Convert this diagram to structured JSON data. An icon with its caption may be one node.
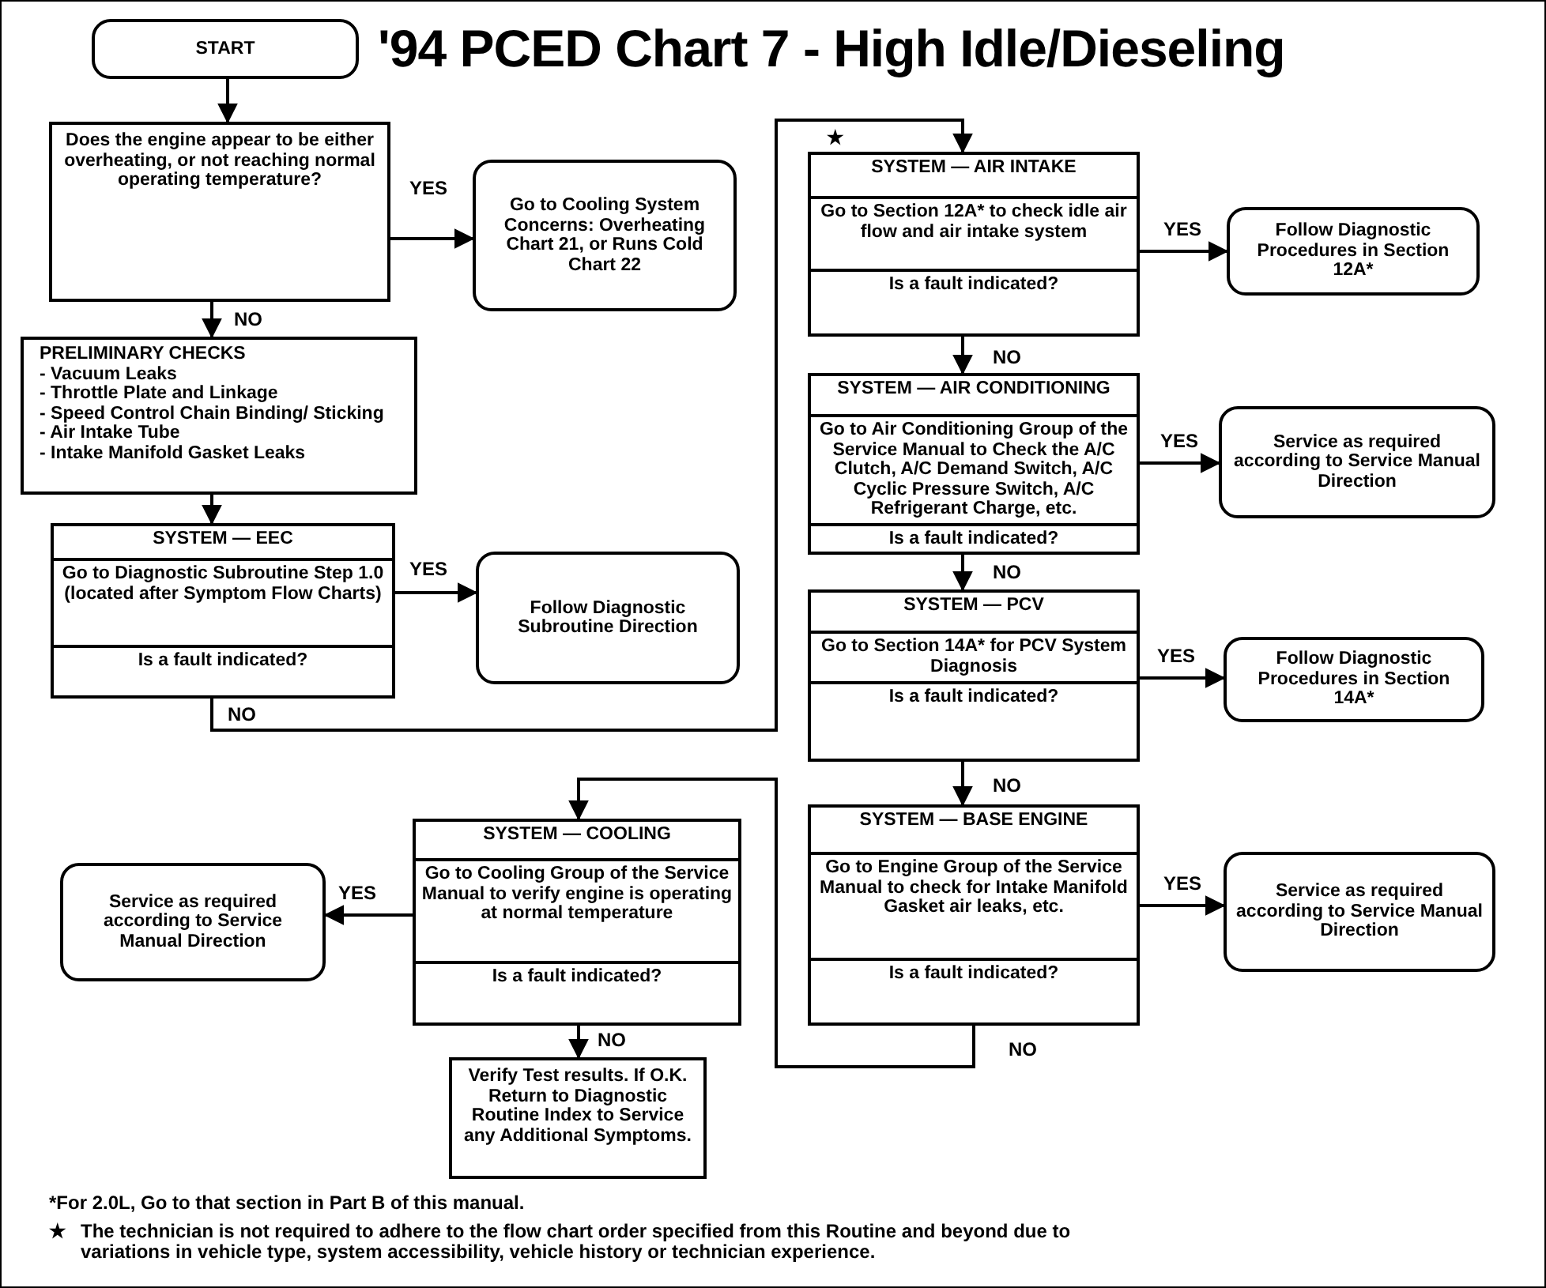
{
  "diagram": {
    "title": "'94 PCED Chart 7 - High Idle/Dieseling",
    "nodes": [
      {
        "text": [
          "START"
        ]
      },
      {
        "text": [
          "Does the engine appear to be either overheating, or not reaching normal operating temperature?"
        ]
      },
      {
        "text": [
          "Go to Cooling System Concerns: Overheating Chart 21, or Runs Cold Chart 22"
        ]
      },
      {
        "text": [
          "PRELIMINARY CHECKS",
          "- Vacuum Leaks",
          "- Throttle Plate and Linkage",
          "- Speed Control Chain Binding/ Sticking",
          "- Air Intake Tube",
          "- Intake Manifold Gasket Leaks"
        ]
      },
      {
        "text": [
          "SYSTEM — EEC",
          "Go to Diagnostic Subroutine Step 1.0 (located after Symptom Flow Charts)",
          "Is a fault indicated?"
        ]
      },
      {
        "text": [
          "Follow Diagnostic Subroutine Direction"
        ]
      },
      {
        "text": [
          "SYSTEM — AIR INTAKE",
          "Go to Section 12A* to check idle air flow and air intake system",
          "Is a fault indicated?"
        ]
      },
      {
        "text": [
          "Follow Diagnostic Procedures in Section 12A*"
        ]
      },
      {
        "text": [
          "SYSTEM — AIR CONDITIONING",
          "Go to Air Conditioning Group of the Service Manual to Check the A/C Clutch, A/C Demand Switch, A/C Cyclic Pressure Switch, A/C Refrigerant Charge, etc.",
          "Is a fault indicated?"
        ]
      },
      {
        "text": [
          "Service as required according to Service Manual Direction"
        ]
      },
      {
        "text": [
          "SYSTEM — PCV",
          "Go to Section 14A* for PCV System Diagnosis",
          "Is a fault indicated?"
        ]
      },
      {
        "text": [
          "Follow Diagnostic Procedures in Section 14A*"
        ]
      },
      {
        "text": [
          "SYSTEM — BASE ENGINE",
          "Go to Engine Group of the Service Manual to check for Intake Manifold Gasket air leaks, etc.",
          "Is a fault indicated?"
        ]
      },
      {
        "text": [
          "Service as required according to Service Manual Direction"
        ]
      },
      {
        "text": [
          "SYSTEM — COOLING",
          "Go to Cooling Group of the Service Manual to verify engine is operating at normal temperature",
          "Is a fault indicated?"
        ]
      },
      {
        "text": [
          "Service as required according to Service Manual Direction"
        ]
      },
      {
        "text": [
          "Verify Test results. If O.K. Return to Diagnostic Routine Index to Service any Additional Symptoms."
        ]
      }
    ],
    "edges": [
      {
        "from": 0,
        "to": 1,
        "arrow": "to"
      },
      {
        "from": 1,
        "to": 2,
        "arrow": "to",
        "label": "YES"
      },
      {
        "from": 1,
        "to": 3,
        "arrow": "to",
        "label": "NO"
      },
      {
        "from": 3,
        "to": 4,
        "arrow": "to"
      },
      {
        "from": 4,
        "to": 5,
        "arrow": "to",
        "label": "YES"
      },
      {
        "from": 4,
        "to": 6,
        "arrow": "to",
        "label": "NO"
      },
      {
        "from": 6,
        "to": 7,
        "arrow": "to",
        "label": "YES"
      },
      {
        "from": 6,
        "to": 8,
        "arrow": "to",
        "label": "NO"
      },
      {
        "from": 8,
        "to": 9,
        "arrow": "to",
        "label": "YES"
      },
      {
        "from": 8,
        "to": 10,
        "arrow": "to",
        "label": "NO"
      },
      {
        "from": 10,
        "to": 11,
        "arrow": "to",
        "label": "YES"
      },
      {
        "from": 10,
        "to": 12,
        "arrow": "to",
        "label": "NO"
      },
      {
        "from": 12,
        "to": 13,
        "arrow": "to",
        "label": "YES"
      },
      {
        "from": 12,
        "to": 14,
        "arrow": "to",
        "label": "NO"
      },
      {
        "from": 14,
        "to": 15,
        "arrow": "to",
        "label": "YES"
      },
      {
        "from": 14,
        "to": 16,
        "arrow": "to",
        "label": "NO"
      }
    ],
    "labels": [
      "★",
      "*For 2.0L, Go to that section in Part B of this manual.",
      "★",
      "The technician is not required to adhere to the flow chart order specified from this Routine and beyond due to variations in vehicle type, system accessibility, vehicle history or technician experience."
    ]
  }
}
